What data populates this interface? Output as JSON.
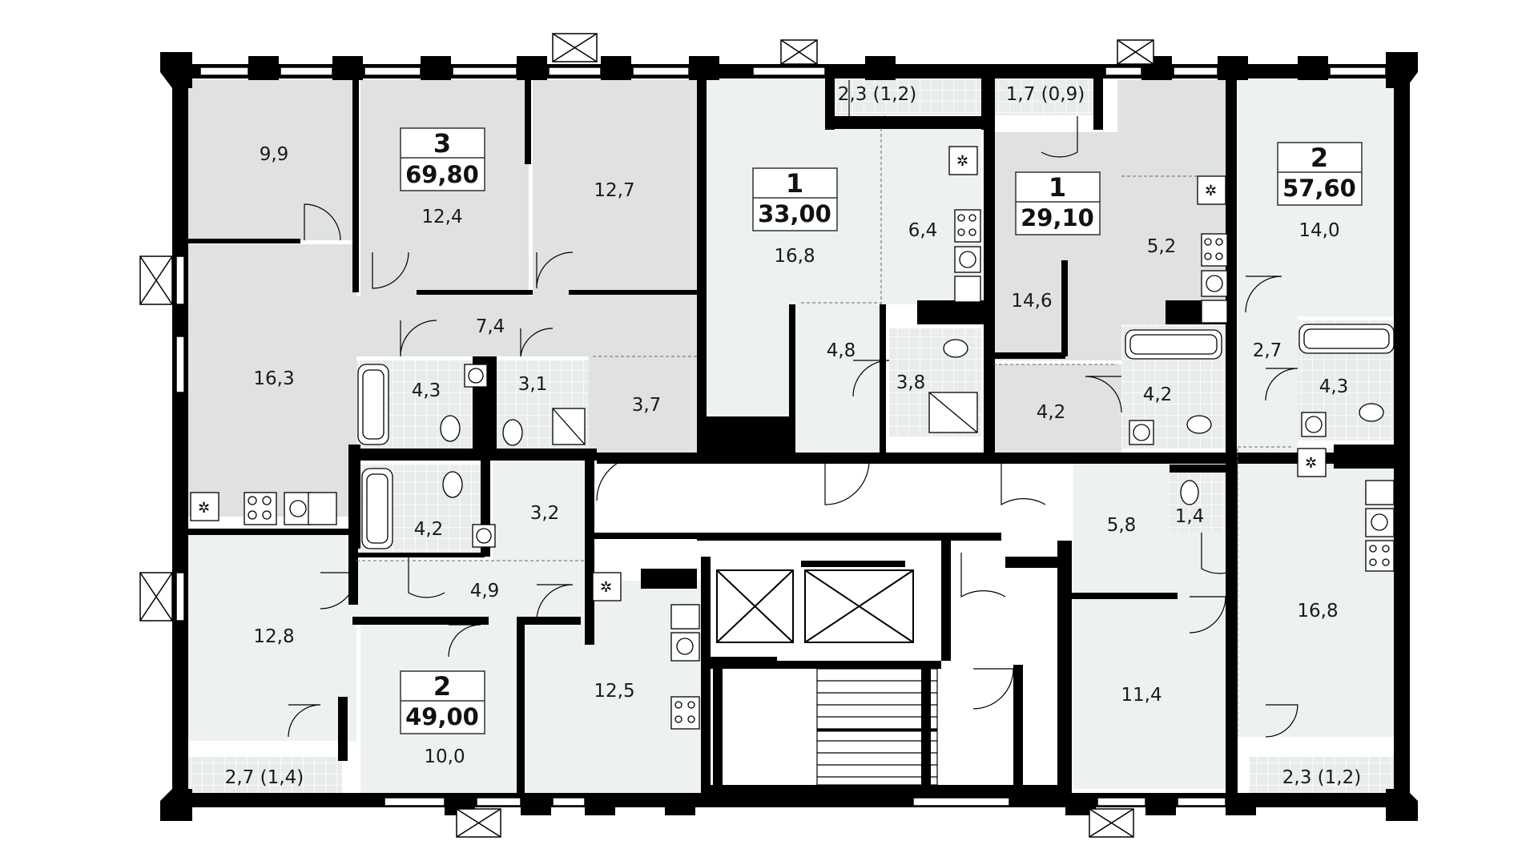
{
  "apartments": [
    {
      "id": "apt-3",
      "rooms": "3",
      "area": "69,80"
    },
    {
      "id": "apt-1a",
      "rooms": "1",
      "area": "33,00"
    },
    {
      "id": "apt-1b",
      "rooms": "1",
      "area": "29,10"
    },
    {
      "id": "apt-2a",
      "rooms": "2",
      "area": "57,60"
    },
    {
      "id": "apt-2b",
      "rooms": "2",
      "area": "49,00"
    }
  ],
  "room_labels": [
    "9,9",
    "12,4",
    "12,7",
    "16,3",
    "7,4",
    "4,3",
    "3,1",
    "3,7",
    "4,2",
    "3,2",
    "4,9",
    "12,8",
    "10,0",
    "12,5",
    "2,7 (1,4)",
    "16,8",
    "6,4",
    "4,8",
    "3,8",
    "14,6",
    "5,2",
    "4,2",
    "4,2",
    "14,0",
    "2,7",
    "4,3",
    "16,8",
    "2,3 (1,2)",
    "5,8",
    "1,4",
    "11,4",
    "2,3 (1,2)",
    "1,7 (0,9)"
  ],
  "colors": {
    "wall": "#000000",
    "room_dark": "#dfe1e2",
    "room_light": "#eef1f1",
    "wet_tile": "#e9ecec",
    "corridor": "#ffffff"
  }
}
